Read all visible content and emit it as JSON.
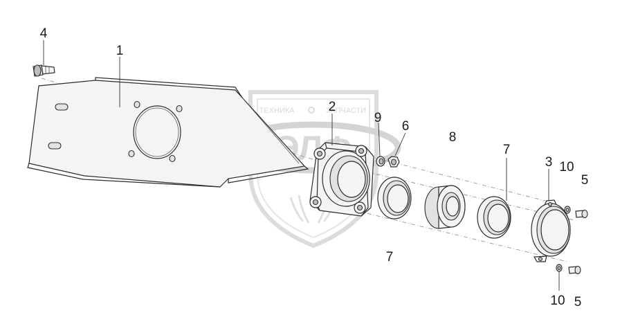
{
  "watermark": {
    "top_text_left": "ТЕХНИКА",
    "top_text_right": "ЗАПЧАСТИ",
    "logo_text": "ЭЛФ"
  },
  "callouts": [
    {
      "id": "c4",
      "text": "4"
    },
    {
      "id": "c1",
      "text": "1"
    },
    {
      "id": "c2",
      "text": "2"
    },
    {
      "id": "c9",
      "text": "9"
    },
    {
      "id": "c6",
      "text": "6"
    },
    {
      "id": "c8",
      "text": "8"
    },
    {
      "id": "c7a",
      "text": "7"
    },
    {
      "id": "c3",
      "text": "3"
    },
    {
      "id": "c10a",
      "text": "10"
    },
    {
      "id": "c5a",
      "text": "5"
    },
    {
      "id": "c7b",
      "text": "7"
    },
    {
      "id": "c10b",
      "text": "10"
    },
    {
      "id": "c5b",
      "text": "5"
    }
  ]
}
